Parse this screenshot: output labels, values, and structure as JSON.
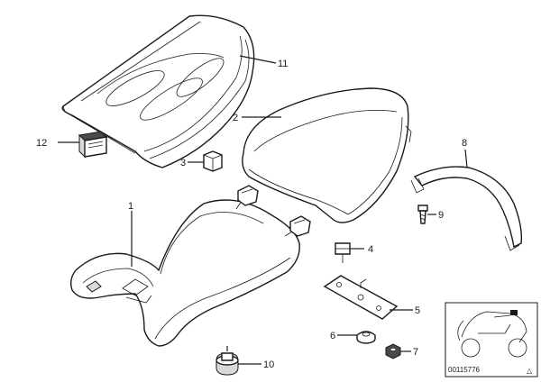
{
  "callouts": {
    "c1": "1",
    "c2": "2",
    "c3": "3",
    "c4": "4",
    "c5": "5",
    "c6": "6",
    "c7": "7",
    "c8": "8",
    "c9": "9",
    "c10": "10",
    "c11": "11",
    "c12": "12"
  },
  "thumbnail": {
    "code": "00115776",
    "corner_mark": "△"
  }
}
